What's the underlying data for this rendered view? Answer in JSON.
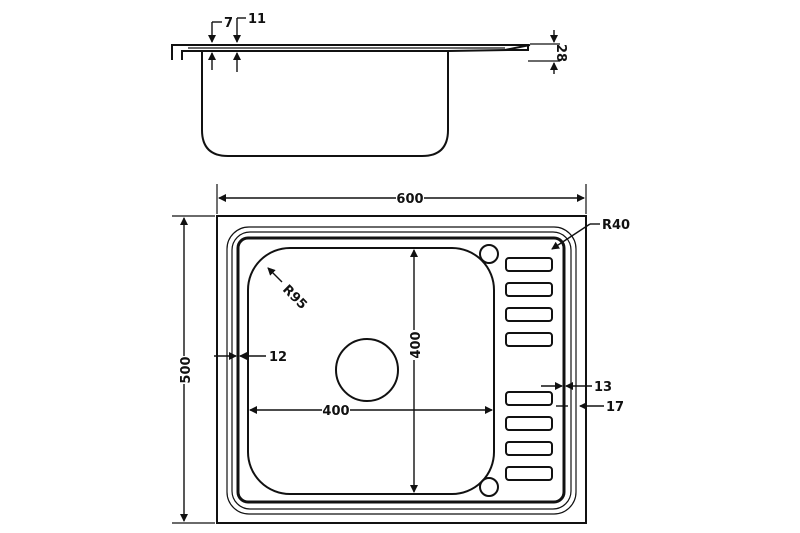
{
  "dimensions": {
    "top_flange_thickness": "7",
    "top_lip": "11",
    "top_height": "28",
    "overall_width": "600",
    "overall_depth": "500",
    "corner_radius_outer": "R40",
    "bowl_corner_radius": "R95",
    "bowl_height": "400",
    "bowl_width": "400",
    "side_margin": "12",
    "slot_gap": "13",
    "slot_margin": "17"
  },
  "colors": {
    "line": "#111111",
    "background": "#ffffff"
  }
}
